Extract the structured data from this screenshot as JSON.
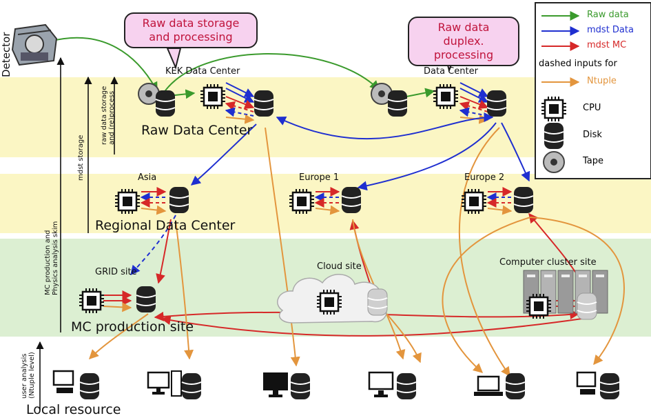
{
  "bubbles": {
    "left": [
      "Raw data storage",
      "and processing"
    ],
    "right": [
      "Raw data duplex.",
      "processing"
    ]
  },
  "labels": {
    "detector": "Detector",
    "kek": "KEK Data Center",
    "data_center": "Data Center",
    "raw_center": "Raw Data Center",
    "asia": "Asia",
    "europe1": "Europe 1",
    "europe2": "Europe 2",
    "regional": "Regional Data Center",
    "grid": "GRID site",
    "cloud": "Cloud site",
    "cluster": "Computer cluster site",
    "mc_production": "MC production site",
    "local": "Local resource"
  },
  "side_labels": {
    "raw_storage": [
      "raw data storage",
      "and (re)process"
    ],
    "mdst_storage": "mdst storage",
    "mc_prod": [
      "MC production and",
      "Physics analysis skim"
    ],
    "user_analysis": [
      "user analysis",
      "(Ntuple level)"
    ]
  },
  "legend": {
    "raw": "Raw data",
    "mdst_data": "mdst Data",
    "mdst_mc": "mdst MC",
    "dashed": "dashed inputs for",
    "ntuple": "Ntuple",
    "cpu": "CPU",
    "disk": "Disk",
    "tape": "Tape"
  },
  "colors": {
    "raw": "#3a9a2c",
    "mdst_data": "#1f2fd0",
    "mdst_mc": "#d62828",
    "ntuple": "#e3953d",
    "band_yellow": "#fbf6c4",
    "band_green": "#dcefd2",
    "bubble_text": "#c0143c"
  },
  "icons": [
    "detector-icon",
    "tape-icon",
    "cpu-icon",
    "disk-icon",
    "cloud-icon",
    "server-rack-icon",
    "desktop-icon",
    "monitor-icon",
    "laptop-icon"
  ]
}
